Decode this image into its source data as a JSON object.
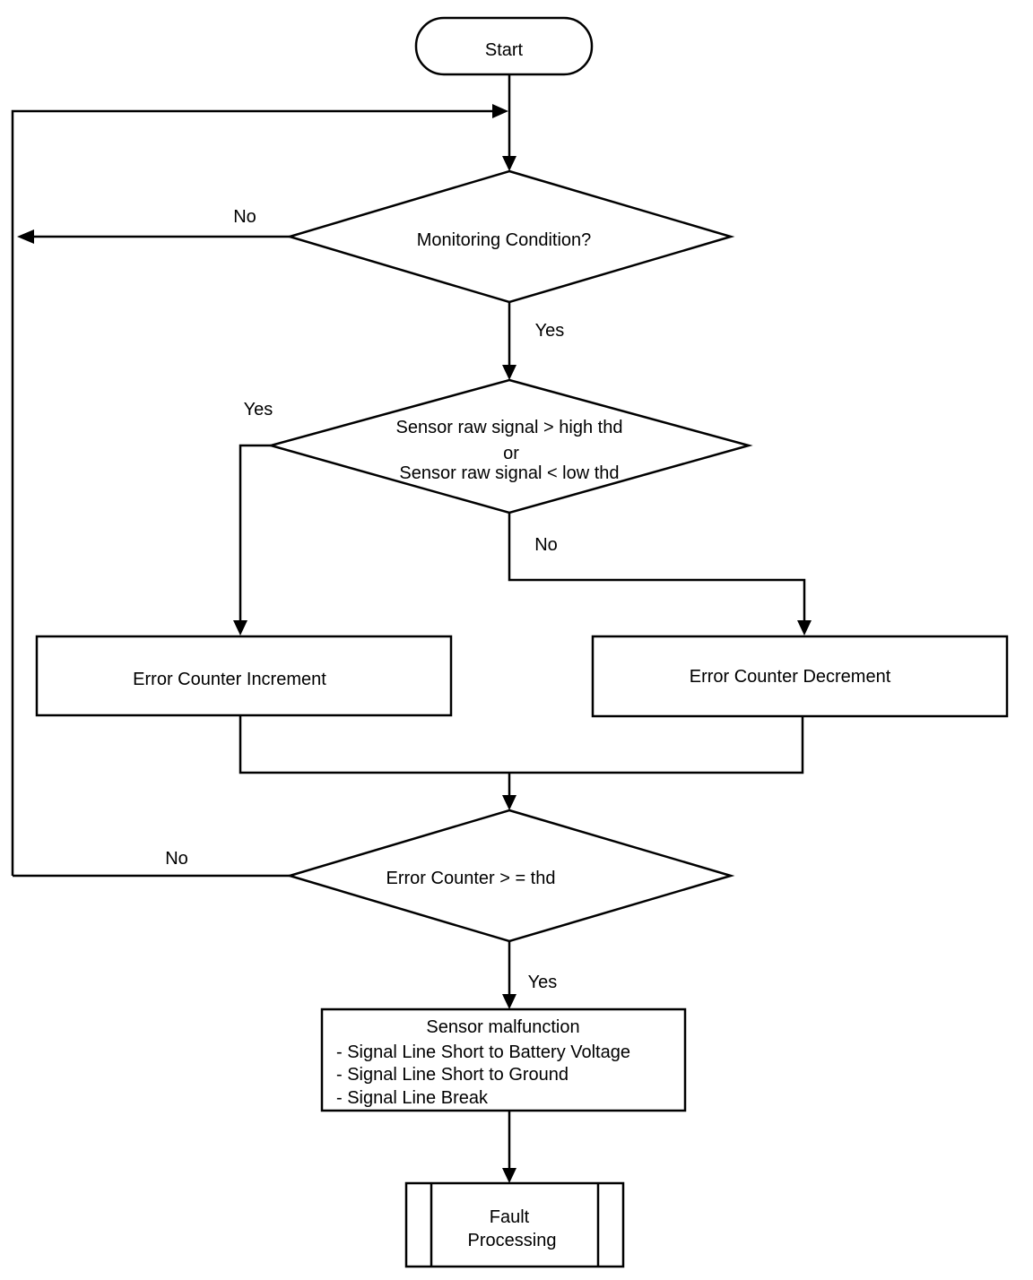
{
  "nodes": {
    "start": "Start",
    "monitoring": "Monitoring Condition?",
    "sensor_check": {
      "line1": "Sensor raw signal > high    thd",
      "line2": "or",
      "line3": "Sensor   raw signal < low  thd"
    },
    "increment": "Error Counter Increment",
    "decrement": "Error Counter Decrement",
    "counter_check": "Error Counter > = thd",
    "malfunction": {
      "title": "Sensor malfunction",
      "items": [
        "- Signal Line Short to Battery Voltage",
        "- Signal Line Short to Ground",
        "- Signal Line Break"
      ]
    },
    "fault": {
      "line1": "Fault",
      "line2": "Processing"
    }
  },
  "edges": {
    "monitoring_no": "No",
    "monitoring_yes": "Yes",
    "sensor_yes": "Yes",
    "sensor_no": "No",
    "counter_no": "No",
    "counter_yes": "Yes"
  }
}
